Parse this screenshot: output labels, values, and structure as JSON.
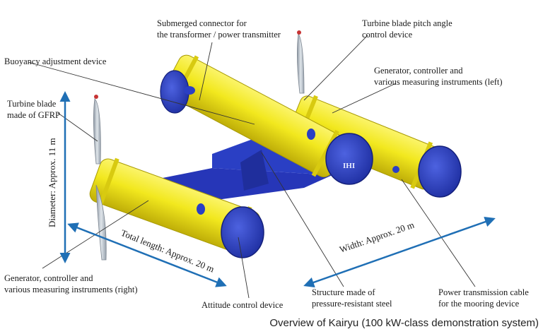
{
  "labels": {
    "submerged_connector_l1": "Submerged connector for",
    "submerged_connector_l2": "the transformer / power transmitter",
    "pitch_control_l1": "Turbine blade pitch angle",
    "pitch_control_l2": "control device",
    "buoyancy": "Buoyancy adjustment device",
    "generator_left_l1": "Generator, controller and",
    "generator_left_l2": "various measuring instruments (left)",
    "turbine_blade_l1": "Turbine blade",
    "turbine_blade_l2": "made of GFRP",
    "generator_right_l1": "Generator, controller and",
    "generator_right_l2": "various measuring instruments (right)",
    "attitude": "Attitude control device",
    "structure_l1": "Structure made of",
    "structure_l2": "pressure-resistant steel",
    "cable_l1": "Power transmission cable",
    "cable_l2": "for the mooring device"
  },
  "dimensions": {
    "diameter": "Diameter: Approx. 11 m",
    "total_length": "Total length: Approx. 20 m",
    "width": "Width: Approx. 20 m"
  },
  "logo_text": "IHI",
  "caption": "Overview of Kairyu (100 kW-class demonstration system)",
  "colors": {
    "hull": "#f2e81e",
    "hull_shadow": "#c9b80c",
    "endcap": "#2a3fc4",
    "platform": "#2636b8",
    "arrow": "#1f6fb5",
    "blade": "#b9c2cc"
  }
}
